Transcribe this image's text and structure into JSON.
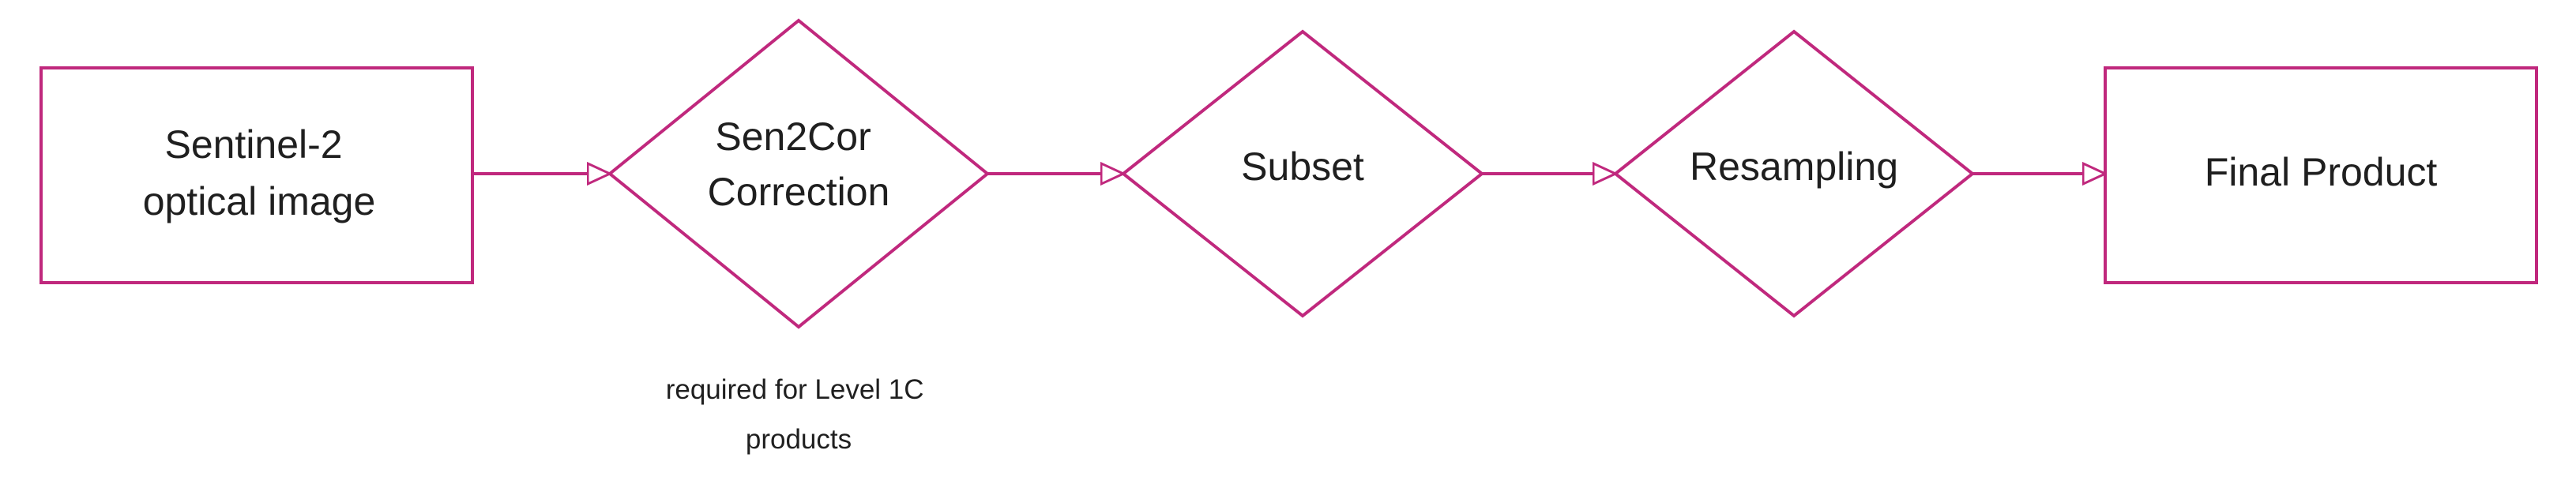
{
  "diagram": {
    "stroke_color": "#c0287d",
    "text_color": "#1f1f1f",
    "background": "#ffffff",
    "nodes": [
      {
        "id": "sentinel",
        "shape": "rectangle",
        "lines": [
          "Sentinel-2",
          "optical image"
        ]
      },
      {
        "id": "sen2cor",
        "shape": "diamond",
        "lines": [
          "Sen2Cor",
          "Correction"
        ]
      },
      {
        "id": "subset",
        "shape": "diamond",
        "lines": [
          "Subset"
        ]
      },
      {
        "id": "resampling",
        "shape": "diamond",
        "lines": [
          "Resampling"
        ]
      },
      {
        "id": "final",
        "shape": "rectangle",
        "lines": [
          "Final Product"
        ]
      }
    ],
    "edges": [
      {
        "from": "sentinel",
        "to": "sen2cor"
      },
      {
        "from": "sen2cor",
        "to": "subset"
      },
      {
        "from": "subset",
        "to": "resampling"
      },
      {
        "from": "resampling",
        "to": "final"
      }
    ],
    "annotation": {
      "lines": [
        "required for Level 1C",
        "products"
      ]
    }
  }
}
